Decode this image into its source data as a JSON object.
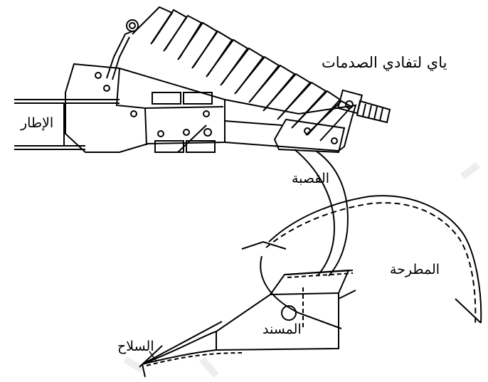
{
  "labels": {
    "spring": "ياي لتفادي الصدمات",
    "frame": "الإطار",
    "shank": "القصبة",
    "mouldboard": "المطرحة",
    "frog": "المسند",
    "share": "السلاح"
  },
  "colors": {
    "line": "#000000",
    "background": "#ffffff",
    "watermark": "#eeeeee"
  }
}
